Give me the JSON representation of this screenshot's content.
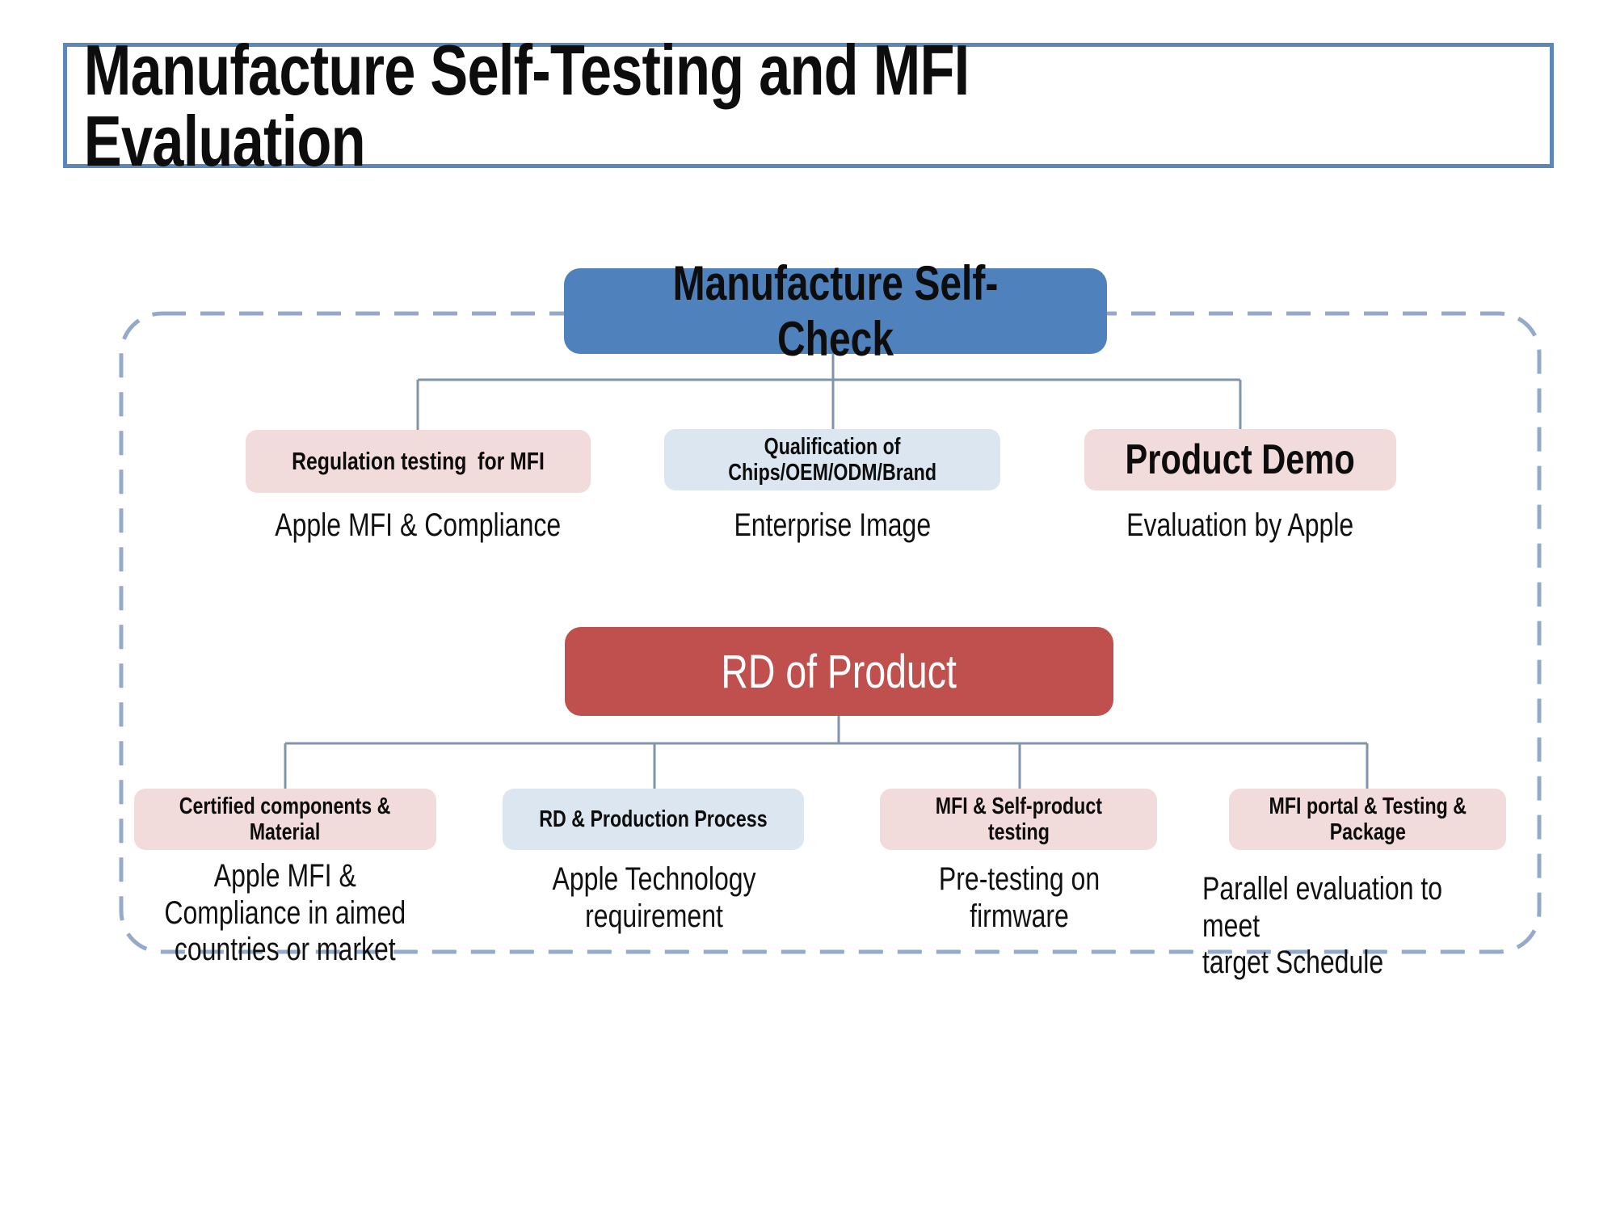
{
  "title": "Manufacture Self-Testing and MFI Evaluation",
  "colors": {
    "accent_blue": "#4f81bd",
    "accent_red": "#c0504d",
    "light_pink": "#f2dcdb",
    "light_blue": "#dce6f1",
    "connector": "#8095ab",
    "dashed_border": "#94aac8",
    "title_border": "#5b87b9"
  },
  "self_check": {
    "label": "Manufacture Self-Check",
    "children": [
      {
        "label": "Regulation testing  for MFI",
        "description": "Apple MFI & Compliance"
      },
      {
        "label": "Qualification of\nChips/OEM/ODM/Brand",
        "description": "Enterprise Image"
      },
      {
        "label": "Product Demo",
        "description": "Evaluation by Apple"
      }
    ]
  },
  "rd_of_product": {
    "label": "RD of Product",
    "children": [
      {
        "label": "Certified components &\nMaterial",
        "description": "Apple MFI &\nCompliance in aimed\ncountries or market"
      },
      {
        "label": "RD & Production Process",
        "description": "Apple Technology\nrequirement"
      },
      {
        "label": "MFI & Self-product\ntesting",
        "description": "Pre-testing on\nfirmware"
      },
      {
        "label": "MFI portal & Testing &\nPackage",
        "description": "Parallel evaluation to meet\ntarget Schedule"
      }
    ]
  }
}
